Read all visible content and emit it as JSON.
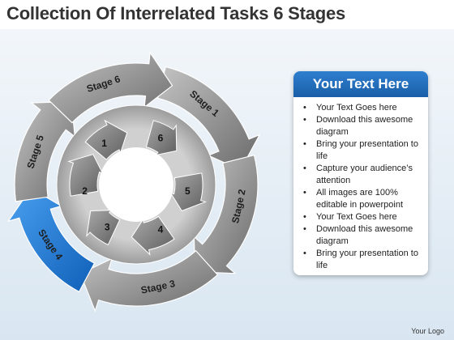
{
  "title": "Collection Of Interrelated Tasks 6 Stages",
  "outer_stages": [
    "Stage 1",
    "Stage 2",
    "Stage 3",
    "Stage 4",
    "Stage 5",
    "Stage 6"
  ],
  "inner_numbers": [
    "1",
    "2",
    "3",
    "4",
    "5",
    "6"
  ],
  "highlighted_stage": "Stage 4",
  "colors": {
    "gray_arrow": "#7d7d7d",
    "light_gray": "#b9b9b9",
    "highlight_blue": "#1b75d0",
    "header_blue": "#1a5ea8"
  },
  "panel": {
    "heading": "Your Text Here",
    "items": [
      "Your Text Goes here",
      "Download this awesome diagram",
      "Bring your presentation to life",
      "Capture your audience’s attention",
      "All images are 100% editable in powerpoint",
      "Your Text Goes here",
      "Download this awesome diagram",
      "Bring your presentation to life"
    ]
  },
  "logo": "Your Logo"
}
